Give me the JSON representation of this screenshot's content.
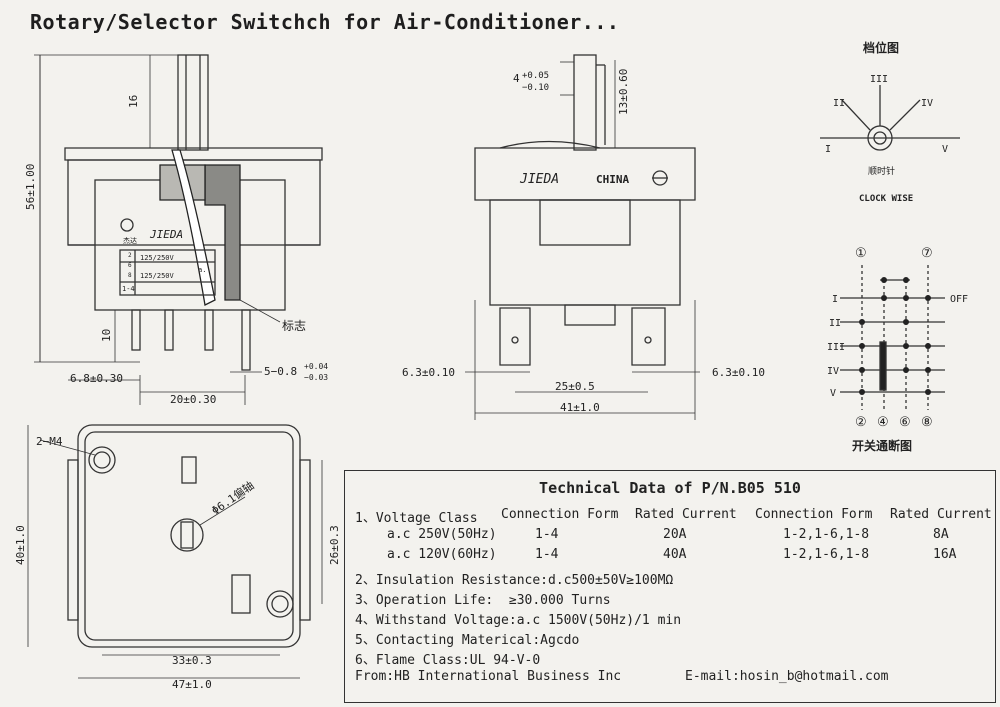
{
  "title": "Rotary/Selector Switchch for Air-Conditioner...",
  "front_view": {
    "dim_height": "56±1.00",
    "dim_shaft": "16",
    "dim_pin": "10",
    "dim_left": "6.8±0.30",
    "dim_width": "20±0.30",
    "dim_terminal": "5−0.8",
    "dim_terminal_tol_top": "+0.04",
    "dim_terminal_tol_bottom": "−0.03",
    "brand": "JIEDA",
    "brand_cn": "杰达",
    "label_rating1": "125/250V",
    "label_rating2": "125/250V",
    "label_a": "a.",
    "label_pins": "1-4",
    "label_pin_2": "2",
    "label_pin_6": "6",
    "label_pin_8": "8",
    "marker": "标志"
  },
  "side_view": {
    "dim_shaft_w": "4",
    "dim_shaft_tol_top": "+0.05",
    "dim_shaft_tol_bottom": "−0.10",
    "dim_shaft_h": "13±0.60",
    "brand": "JIEDA",
    "origin": "CHINA",
    "dim_tab_left": "6.3±0.10",
    "dim_tab_right": "6.3±0.10",
    "dim_spacing": "25±0.5",
    "dim_width": "41±1.0"
  },
  "bottom_view": {
    "dim_holes": "2−M4",
    "dim_shaft": "Φ6.1偏轴",
    "dim_height": "40±1.0",
    "dim_inner_height": "26±0.3",
    "dim_inner_width": "33±0.3",
    "dim_width": "47±1.0"
  },
  "positions": {
    "title": "档位图",
    "labels": [
      "I",
      "II",
      "III",
      "IV",
      "V"
    ],
    "direction_cn": "顺时针",
    "direction": "CLOCK WISE"
  },
  "switching": {
    "title": "开关通断图",
    "top_terminals": [
      "①",
      "⑦"
    ],
    "bottom_terminals": [
      "②",
      "④",
      "⑥",
      "⑧"
    ],
    "rows": [
      "I",
      "II",
      "III",
      "IV",
      "V"
    ],
    "off_label": "OFF"
  },
  "tech": {
    "title": "Technical Data of P/N.B05 510",
    "l1_label": "1、Voltage Class",
    "h_conn1": "Connection Form",
    "h_rated1": "Rated Current",
    "h_conn2": "Connection Form",
    "h_rated2": "Rated Current",
    "r1_volt": "a.c 250V(50Hz)",
    "r1_conn1": "1-4",
    "r1_rated1": "20A",
    "r1_conn2": "1-2,1-6,1-8",
    "r1_rated2": "8A",
    "r2_volt": "a.c 120V(60Hz)",
    "r2_conn1": "1-4",
    "r2_rated1": "40A",
    "r2_conn2": "1-2,1-6,1-8",
    "r2_rated2": "16A",
    "l2": "2、Insulation Resistance:d.c500±50V≥100MΩ",
    "l3": "3、Operation Life:  ≥30.000 Turns",
    "l4": "4、Withstand Voltage:a.c 1500V(50Hz)/1 min",
    "l5": "5、Contacting Materical:Agcdo",
    "l6": "6、Flame Class:UL 94-V-0",
    "from": "From:HB International Business Inc",
    "email": "E-mail:hosin_b@hotmail.com"
  }
}
